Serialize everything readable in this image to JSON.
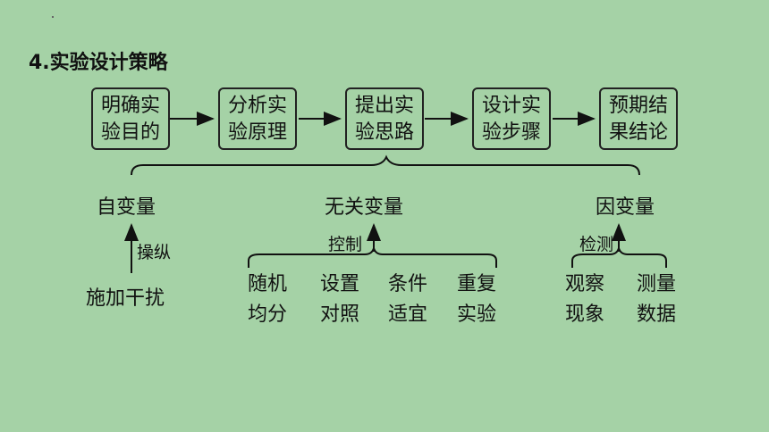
{
  "heading": "4.实验设计策略",
  "steps": [
    {
      "line1": "明确实",
      "line2": "验目的"
    },
    {
      "line1": "分析实",
      "line2": "验原理"
    },
    {
      "line1": "提出实",
      "line2": "验思路"
    },
    {
      "line1": "设计实",
      "line2": "验步骤"
    },
    {
      "line1": "预期结",
      "line2": "果结论"
    }
  ],
  "variables": {
    "independent": "自变量",
    "irrelevant": "无关变量",
    "dependent": "因变量"
  },
  "relations": {
    "manipulate": "操纵",
    "control": "控制",
    "detect": "检测"
  },
  "methods": {
    "apply": "施加干扰",
    "control_items": [
      {
        "line1": "随机",
        "line2": "均分"
      },
      {
        "line1": "设置",
        "line2": "对照"
      },
      {
        "line1": "条件",
        "line2": "适宜"
      },
      {
        "line1": "重复",
        "line2": "实验"
      }
    ],
    "detect_items": [
      {
        "line1": "观察",
        "line2": "现象"
      },
      {
        "line1": "测量",
        "line2": "数据"
      }
    ]
  }
}
